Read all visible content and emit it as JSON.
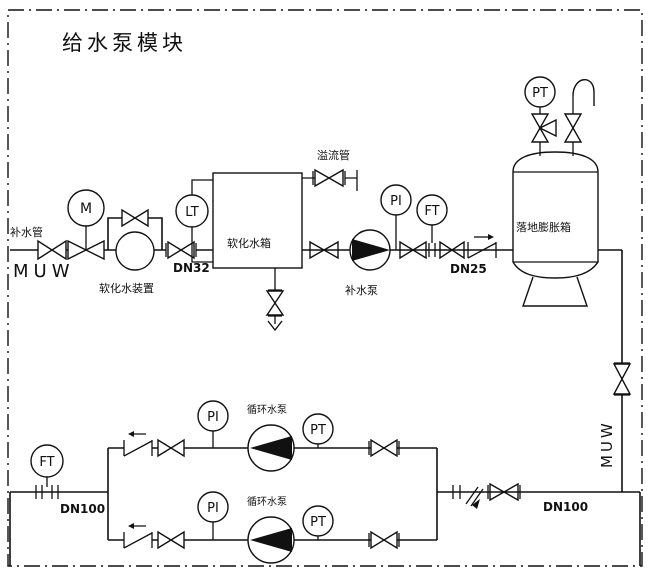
{
  "title": "给水泵模块",
  "pipes": {
    "makeup_pipe": "补水管",
    "muw_left": "MUW",
    "dn32": "DN32",
    "overflow": "溢流管",
    "dn25": "DN25",
    "dn100_left": "DN100",
    "dn100_right": "DN100",
    "muw_right": "MUW"
  },
  "equipment": {
    "softener": "软化水装置",
    "soft_tank": "软化水箱",
    "makeup_pump": "补水泵",
    "expansion_tank": "落地膨胀箱",
    "circ_pump_top": "循环水泵",
    "circ_pump_bottom": "循环水泵"
  },
  "instruments": {
    "motor": "M",
    "level_transmitter": "LT",
    "pi_makeup": "PI",
    "ft_makeup": "FT",
    "pt_tank": "PT",
    "ft_main": "FT",
    "pi_branch_top": "PI",
    "pt_branch_top": "PT",
    "pi_branch_bottom": "PI",
    "pt_branch_bottom": "PT"
  },
  "colors": {
    "line": "#111111",
    "background": "#ffffff"
  }
}
